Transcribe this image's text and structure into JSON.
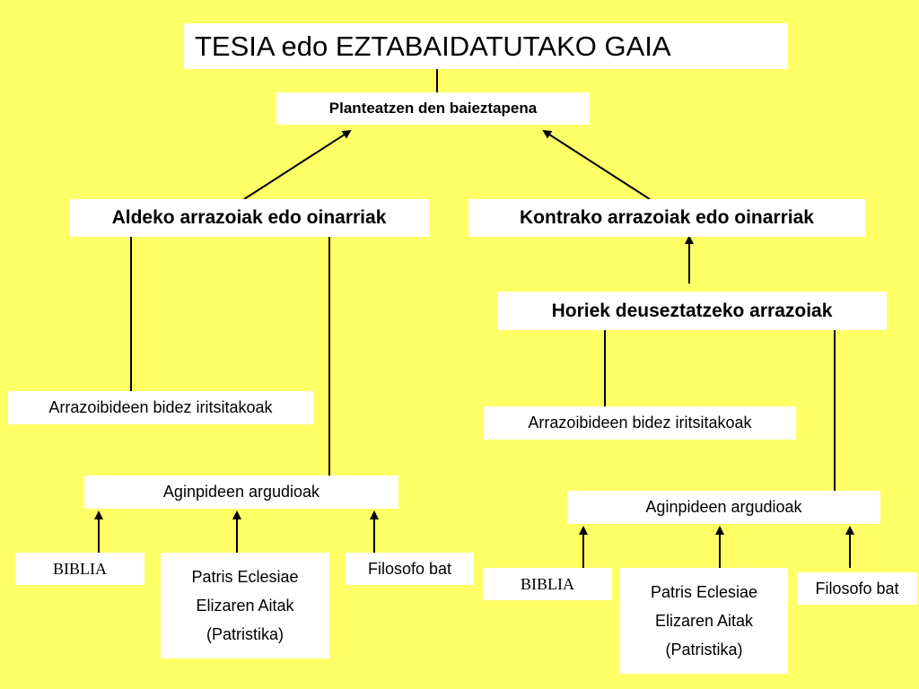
{
  "title": "TESIA edo EZTABAIDATUTAKO GAIA",
  "main_claim": "Planteatzen den baieztapena",
  "pro": {
    "heading": "Aldeko arrazoiak edo oinarriak",
    "reasoning": "Arrazoibideen bidez iritsitakoak",
    "authority": "Aginpideen argudioak",
    "sources": {
      "bible": "BIBLIA",
      "fathers": [
        "Patris Eclesiae",
        "Elizaren Aitak",
        "(Patristika)"
      ],
      "philosopher": "Filosofo bat"
    }
  },
  "contra": {
    "heading": "Kontrako arrazoiak edo oinarriak",
    "refutation": "Horiek deuseztatzeko arrazoiak",
    "reasoning": "Arrazoibideen bidez iritsitakoak",
    "authority": "Aginpideen argudioak",
    "sources": {
      "bible": "BIBLIA",
      "fathers": [
        "Patris Eclesiae",
        "Elizaren Aitak",
        "(Patristika)"
      ],
      "philosopher": "Filosofo bat"
    }
  },
  "colors": {
    "background": "#ffff66",
    "box": "#ffffff",
    "line": "#000000"
  }
}
